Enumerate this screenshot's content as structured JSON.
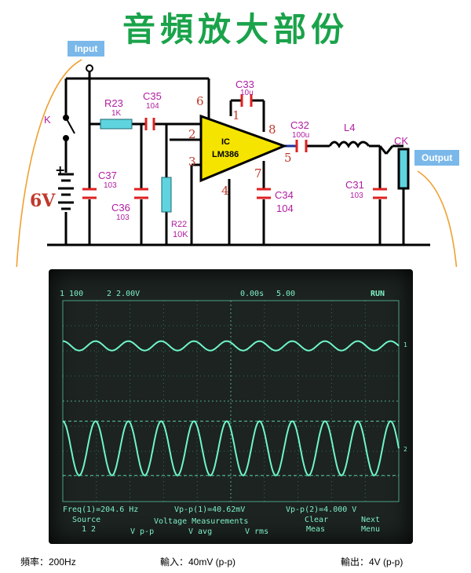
{
  "title": "音頻放大部份",
  "tags": {
    "input": "Input",
    "output": "Output"
  },
  "circuit": {
    "switch_label": "K",
    "battery_label": "6V",
    "pins": [
      "6",
      "2",
      "3",
      "4",
      "1",
      "8",
      "7",
      "5"
    ],
    "ic_label_1": "IC",
    "ic_label_2": "LM386",
    "components": [
      {
        "name": "R23",
        "value": "1K"
      },
      {
        "name": "C35",
        "value": "104"
      },
      {
        "name": "C33",
        "value": "10u"
      },
      {
        "name": "C32",
        "value": "100u"
      },
      {
        "name": "L4",
        "value": ""
      },
      {
        "name": "CK",
        "value": ""
      },
      {
        "name": "C37",
        "value": "103"
      },
      {
        "name": "C36",
        "value": "103"
      },
      {
        "name": "R22",
        "value": "10K"
      },
      {
        "name": "C34",
        "value": "104"
      },
      {
        "name": "C31",
        "value": "103"
      }
    ]
  },
  "scope": {
    "header_ch1": "1  100",
    "header_ch2": "2  2.00V",
    "header_time": "0.00s",
    "header_div": "5.00",
    "header_run": "RUN",
    "marker1": "1",
    "marker2": "2",
    "meas_freq": "Freq(1)=204.6 Hz",
    "meas_vpp1": "Vp-p(1)=40.62mV",
    "meas_vpp2": "Vp-p(2)=4.000 V",
    "menu_source": "Source",
    "menu_source_vals": "1  2",
    "menu_voltage": "Voltage Measurements",
    "menu_vpp": "V p-p",
    "menu_vavg": "V avg",
    "menu_vrms": "V rms",
    "menu_clear": "Clear",
    "menu_meas": "Meas",
    "menu_next": "Next",
    "menu_menu": "Menu"
  },
  "chart_data": {
    "type": "line",
    "series": [
      {
        "name": "1",
        "cycles": 10.25,
        "amplitude_vpp": 0.04062,
        "unit": "V"
      },
      {
        "name": "2",
        "cycles": 10.25,
        "amplitude_vpp": 4.0,
        "unit": "V"
      }
    ]
  },
  "footer": {
    "freq": "頻率：200Hz",
    "input": "輸入：40mV (p-p)",
    "output": "輸出：4V (p-p)"
  },
  "colors": {
    "title": "#1aa34a",
    "wire": "#000000",
    "ic": "#f5e400",
    "resistor": "#5fd4df",
    "cap": "#e02020",
    "trace": "#6ff5c8",
    "arrow": "#f0a030"
  }
}
